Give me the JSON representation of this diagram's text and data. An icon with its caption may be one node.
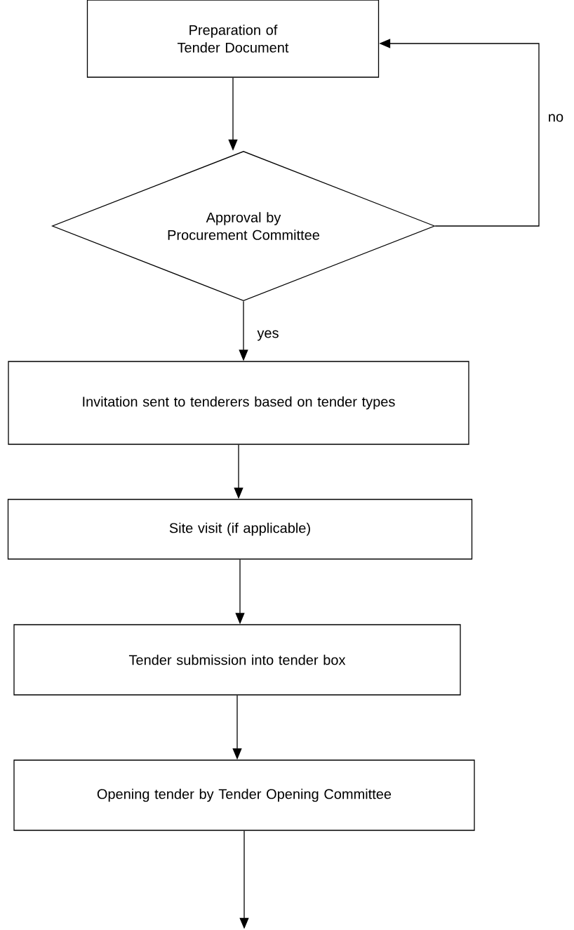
{
  "diagram": {
    "nodes": [
      {
        "text": [
          "Preparation of Tender Document"
        ]
      },
      {
        "text": [
          "Approval by Procurement Committee"
        ]
      },
      {
        "text": [
          "Invitation sent to tenderers based on tender types"
        ]
      },
      {
        "text": [
          "Site visit (if applicable)"
        ]
      },
      {
        "text": [
          "Tender submission into tender box"
        ]
      },
      {
        "text": [
          "Opening tender by Tender Opening Committee"
        ]
      }
    ],
    "edges": [
      {
        "from": 0,
        "to": 1,
        "arrow": "to"
      },
      {
        "from": 1,
        "to": 0,
        "arrow": "to",
        "label": "no"
      },
      {
        "from": 1,
        "to": 2,
        "arrow": "to",
        "label": "yes"
      },
      {
        "from": 2,
        "to": 3,
        "arrow": "to"
      },
      {
        "from": 3,
        "to": 4,
        "arrow": "to"
      },
      {
        "from": 4,
        "to": 5,
        "arrow": "to"
      },
      {
        "from": 5,
        "to": null,
        "arrow": "to"
      }
    ]
  }
}
